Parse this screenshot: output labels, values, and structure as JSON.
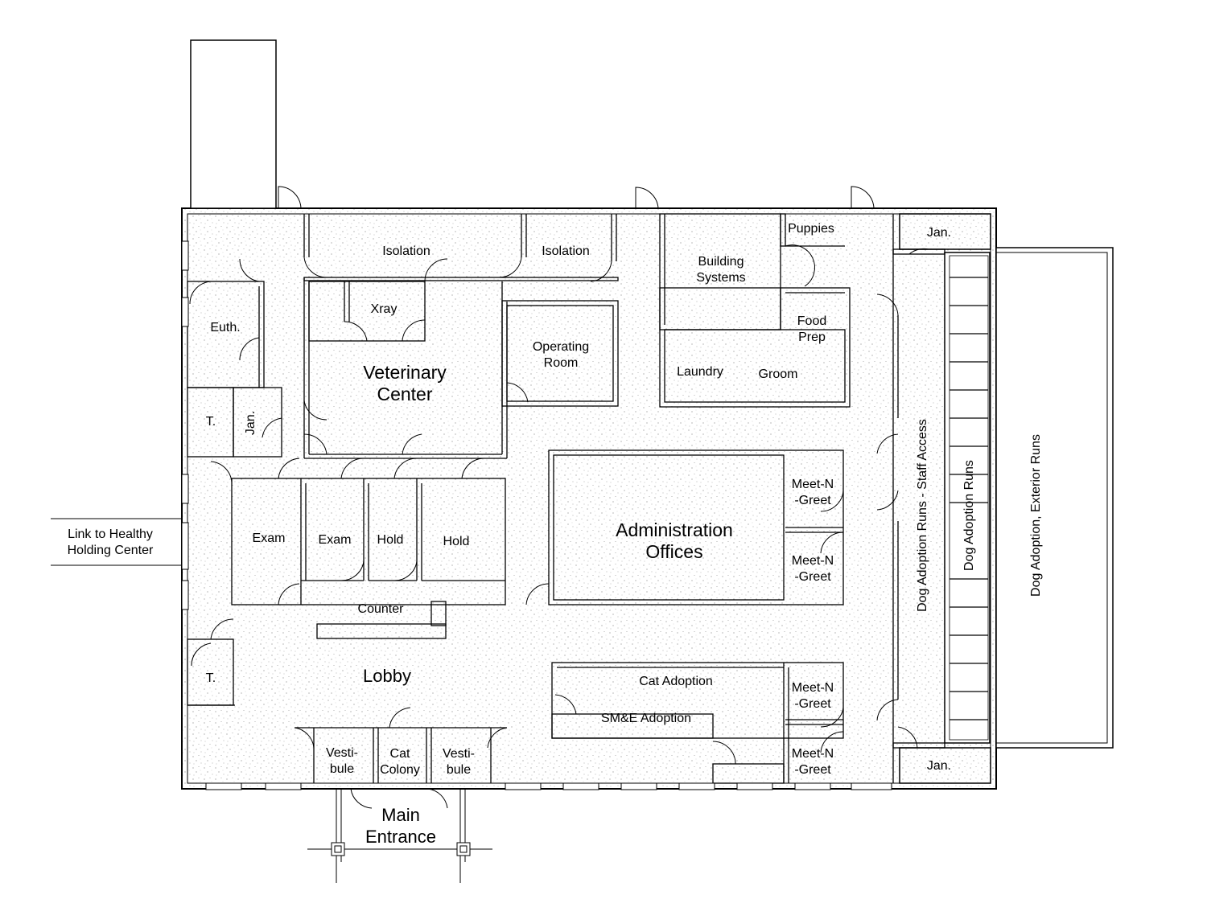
{
  "labels": {
    "isolation_left": "Isolation",
    "isolation_right": "Isolation",
    "building_systems_1": "Building",
    "building_systems_2": "Systems",
    "puppies": "Puppies",
    "jan_top": "Jan.",
    "euth": "Euth.",
    "xray": "Xray",
    "operating_1": "Operating",
    "operating_2": "Room",
    "food_prep_1": "Food",
    "food_prep_2": "Prep",
    "laundry": "Laundry",
    "groom": "Groom",
    "vet_center_1": "Veterinary",
    "vet_center_2": "Center",
    "toilet_upper": "T.",
    "jan_left": "Jan.",
    "link_1": "Link to Healthy",
    "link_2": "Holding Center",
    "exam_1": "Exam",
    "exam_2": "Exam",
    "hold_1": "Hold",
    "hold_2": "Hold",
    "admin_1": "Administration",
    "admin_2": "Offices",
    "meet_1a": "Meet-N",
    "meet_1b": "-Greet",
    "meet_2a": "Meet-N",
    "meet_2b": "-Greet",
    "meet_3a": "Meet-N",
    "meet_3b": "-Greet",
    "meet_4a": "Meet-N",
    "meet_4b": "-Greet",
    "counter": "Counter",
    "lobby": "Lobby",
    "toilet_lower": "T.",
    "cat_adoption": "Cat Adoption",
    "sme_adoption": "SM&E Adoption",
    "vest_left_1": "Vesti-",
    "vest_left_2": "bule",
    "cat_colony_1": "Cat",
    "cat_colony_2": "Colony",
    "vest_right_1": "Vesti-",
    "vest_right_2": "bule",
    "main_entrance_1": "Main",
    "main_entrance_2": "Entrance",
    "jan_bottom": "Jan.",
    "staff_access": "Dog Adoption Runs - Staff Access",
    "dog_runs": "Dog Adoption Runs",
    "exterior_runs": "Dog Adoption, Exterior Runs"
  }
}
